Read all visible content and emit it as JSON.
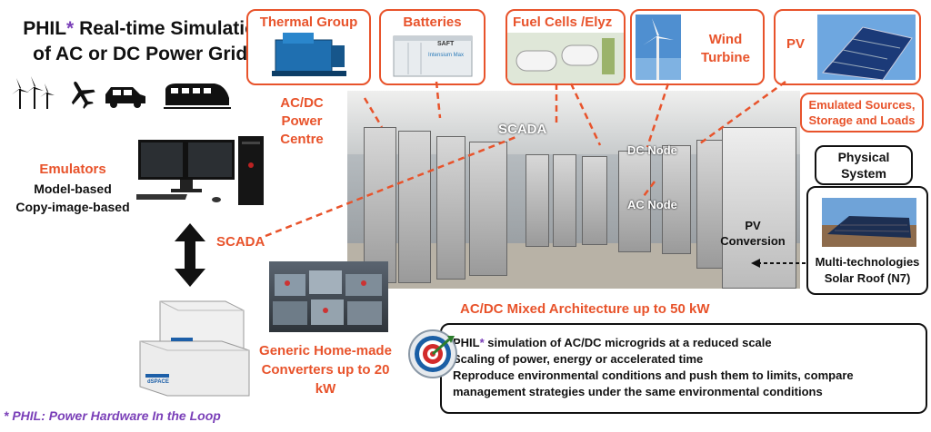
{
  "title": {
    "prefix": "PHIL",
    "star": "*",
    "line1": " Real-time Simulation",
    "line2": "of  AC or DC Power Grids"
  },
  "top_boxes": {
    "thermal": "Thermal Group",
    "batteries": "Batteries",
    "fuel_cells": "Fuel Cells /Elyz",
    "wind": "Wind Turbine",
    "pv": "PV"
  },
  "emulated_box": "Emulated Sources, Storage and Loads",
  "acdc_power_centre": "AC/DC Power Centre",
  "scada_top": "SCADA",
  "scada_left": "SCADA",
  "dc_node": "DC Node",
  "ac_node": "AC Node",
  "pv_conversion": "PV Conversion",
  "physical_system": "Physical System",
  "solar_roof": "Multi-technologies Solar Roof  (N7)",
  "emulators": {
    "title": "Emulators",
    "line1": "Model-based",
    "line2": "Copy-image-based"
  },
  "generic_converters": "Generic Home-made Converters up to 20 kW",
  "mixed_arch": "AC/DC Mixed Architecture up to 50 kW",
  "bullets": {
    "b1_prefix": "PHIL",
    "b1_star": "*",
    "b1_rest": " simulation of AC/DC microgrids at a reduced scale",
    "b2": "Scaling of power, energy or accelerated time",
    "b3": "Reproduce environmental conditions and push them to limits, compare management strategies under the same environmental conditions"
  },
  "footnote": "* PHIL:  Power Hardware In the Loop",
  "battery_brand": "SAFT",
  "battery_sub": "Intensium Max",
  "emulator_brand": "dSPACE",
  "colors": {
    "accent": "#e8532b",
    "purple": "#7a3fb8",
    "dark": "#111111"
  }
}
